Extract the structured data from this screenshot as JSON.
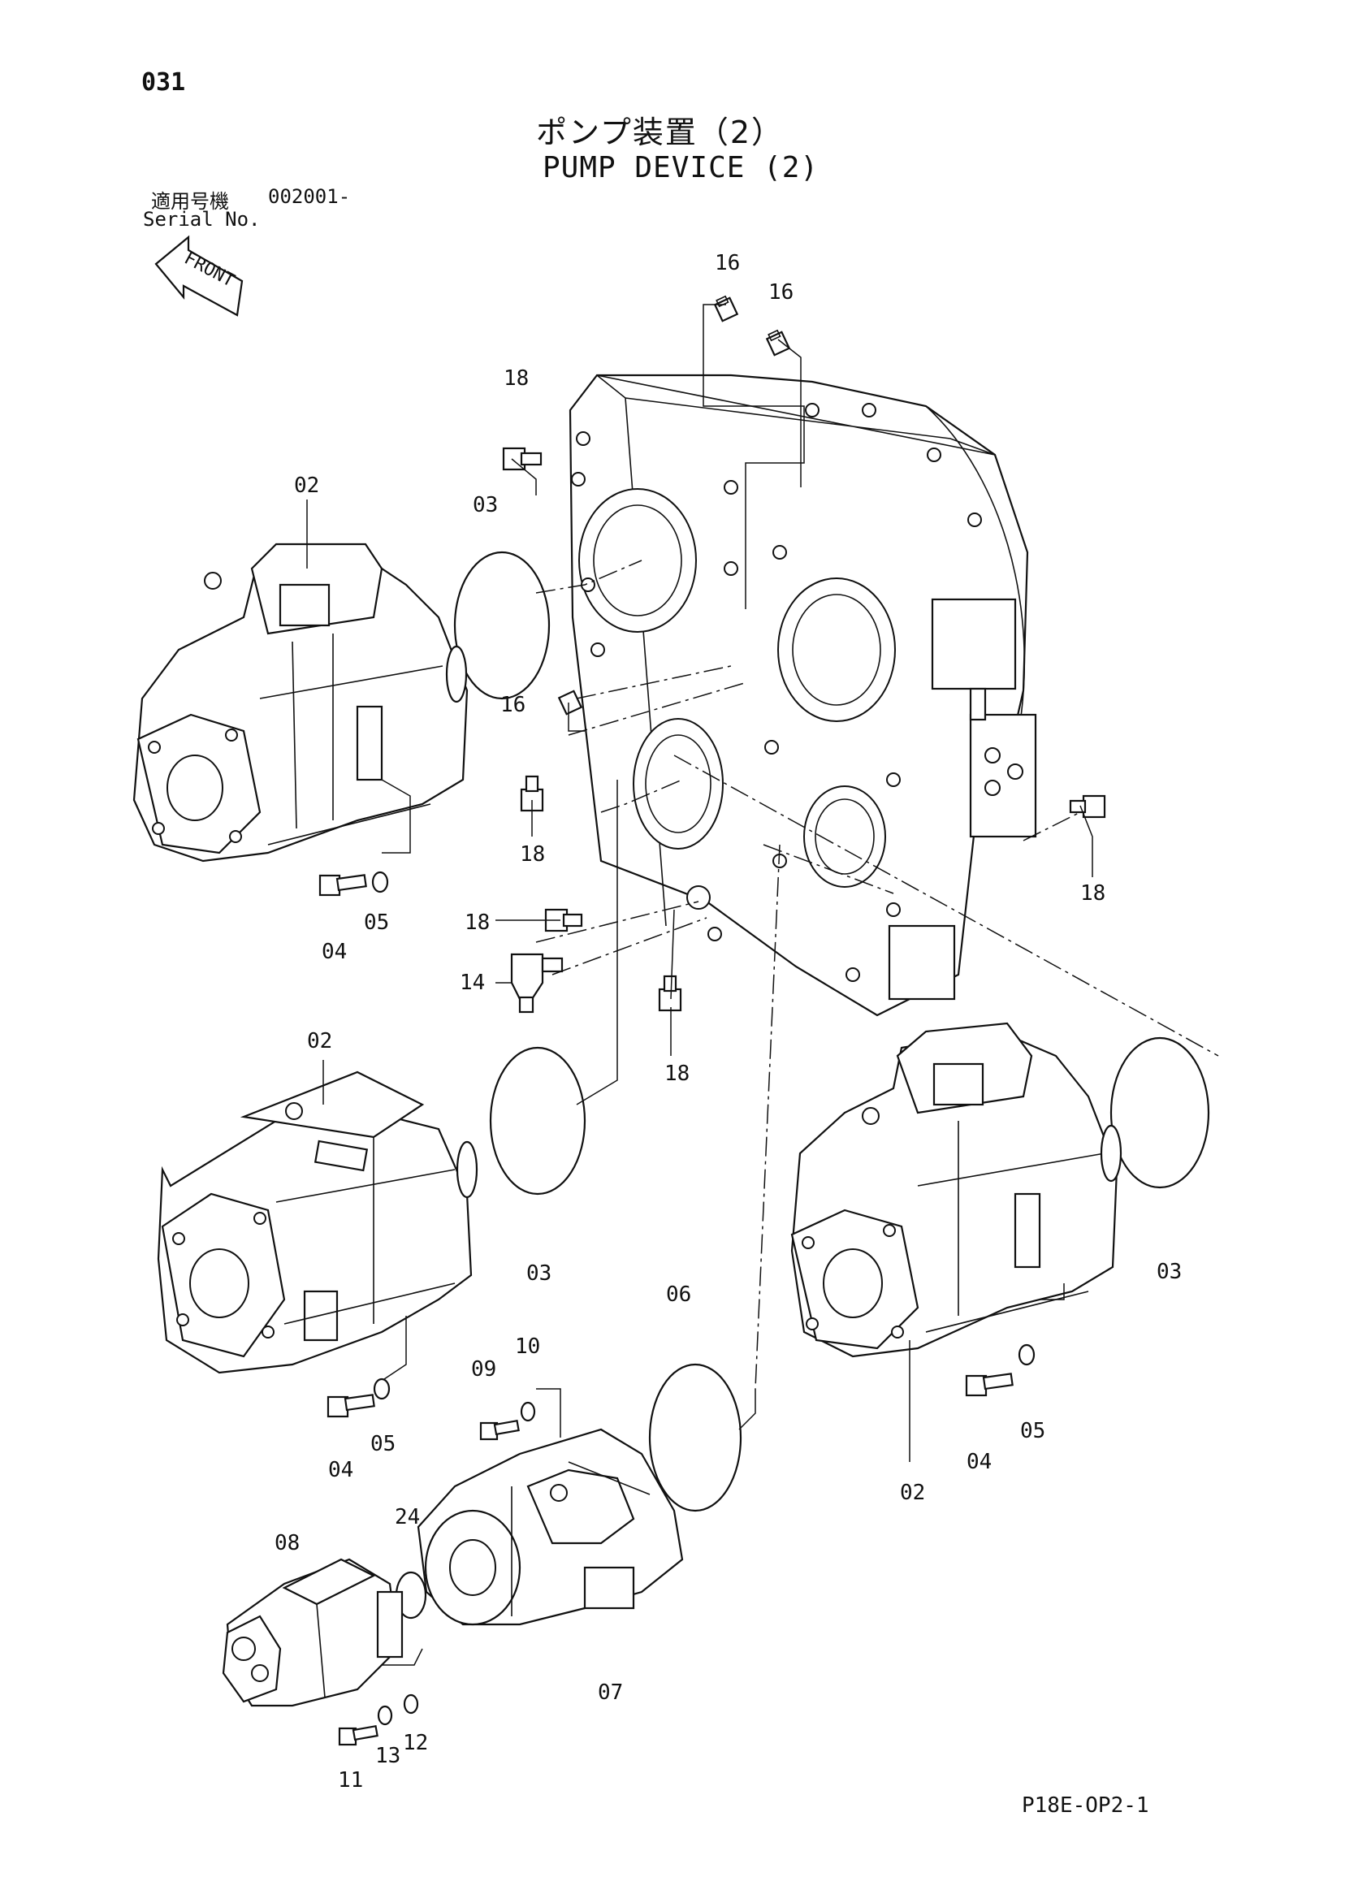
{
  "header": {
    "page_number": "031",
    "title_jp": "ポンプ装置（2）",
    "title_en": "PUMP DEVICE (2)",
    "serial_label_jp": "適用号機",
    "serial_number": "002001-",
    "serial_label_en": "Serial No."
  },
  "front_arrow_label": "FRONT",
  "callouts": [
    {
      "id": "c-16a",
      "label": "16"
    },
    {
      "id": "c-16b",
      "label": "16"
    },
    {
      "id": "c-18a",
      "label": "18"
    },
    {
      "id": "c-02a",
      "label": "02"
    },
    {
      "id": "c-03a",
      "label": "03"
    },
    {
      "id": "c-16c",
      "label": "16"
    },
    {
      "id": "c-18b",
      "label": "18"
    },
    {
      "id": "c-18c",
      "label": "18"
    },
    {
      "id": "c-04a",
      "label": "04"
    },
    {
      "id": "c-05a",
      "label": "05"
    },
    {
      "id": "c-18d",
      "label": "18"
    },
    {
      "id": "c-14",
      "label": "14"
    },
    {
      "id": "c-18e",
      "label": "18"
    },
    {
      "id": "c-02b",
      "label": "02"
    },
    {
      "id": "c-03b",
      "label": "03"
    },
    {
      "id": "c-06",
      "label": "06"
    },
    {
      "id": "c-09",
      "label": "09"
    },
    {
      "id": "c-10",
      "label": "10"
    },
    {
      "id": "c-04b",
      "label": "04"
    },
    {
      "id": "c-05b",
      "label": "05"
    },
    {
      "id": "c-24",
      "label": "24"
    },
    {
      "id": "c-08",
      "label": "08"
    },
    {
      "id": "c-07",
      "label": "07"
    },
    {
      "id": "c-11",
      "label": "11"
    },
    {
      "id": "c-13",
      "label": "13"
    },
    {
      "id": "c-12",
      "label": "12"
    },
    {
      "id": "c-03c",
      "label": "03"
    },
    {
      "id": "c-04c",
      "label": "04"
    },
    {
      "id": "c-05c",
      "label": "05"
    },
    {
      "id": "c-02c",
      "label": "02"
    }
  ],
  "footer": {
    "code": "P18E-OP2-1"
  }
}
